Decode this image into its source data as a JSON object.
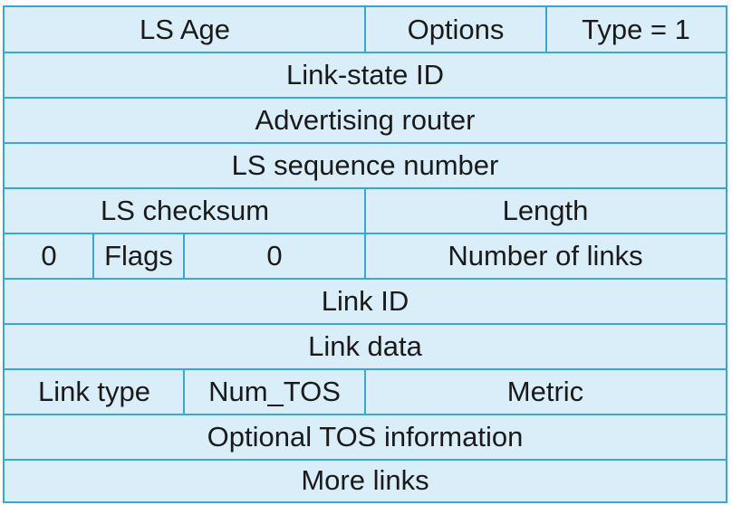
{
  "rows": {
    "r1": {
      "ls_age": "LS Age",
      "options": "Options",
      "type": "Type = 1"
    },
    "r2": {
      "link_state_id": "Link-state ID"
    },
    "r3": {
      "advertising_router": "Advertising router"
    },
    "r4": {
      "ls_sequence_number": "LS sequence number"
    },
    "r5": {
      "ls_checksum": "LS checksum",
      "length": "Length"
    },
    "r6": {
      "zero_a": "0",
      "flags": "Flags",
      "zero_b": "0",
      "number_of_links": "Number of links"
    },
    "r7": {
      "link_id": "Link ID"
    },
    "r8": {
      "link_data": "Link data"
    },
    "r9": {
      "link_type": "Link type",
      "num_tos": "Num_TOS",
      "metric": "Metric"
    },
    "r10": {
      "optional_tos": "Optional TOS information"
    },
    "r11": {
      "more_links": "More links"
    }
  },
  "colors": {
    "border": "#36a6dc",
    "fill": "#daeef9",
    "text": "#1a1a1a"
  }
}
